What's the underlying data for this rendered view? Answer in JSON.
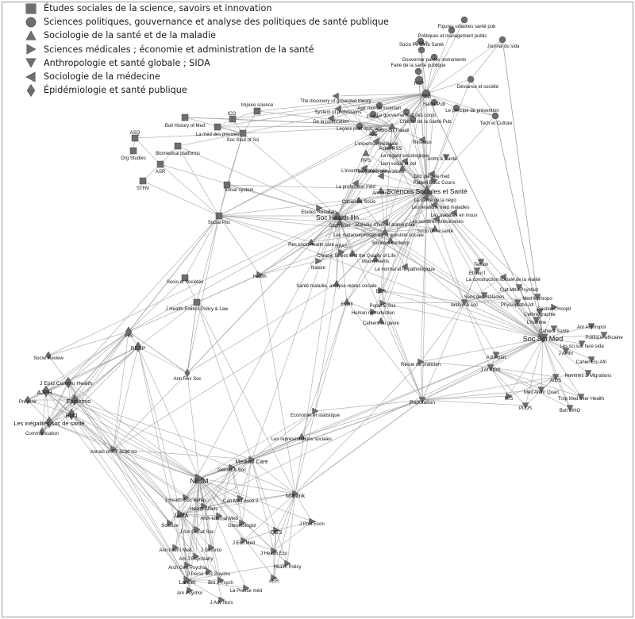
{
  "legend": [
    {
      "shape": "square",
      "label": "Études sociales de la science, savoirs et innovation"
    },
    {
      "shape": "circle",
      "label": "Sciences politiques, gouvernance et analyse des politiques de santé publique"
    },
    {
      "shape": "triangle-up",
      "label": "Sociologie de la santé et de la maladie"
    },
    {
      "shape": "triangle-right",
      "label": "Sciences médicales ; économie et administration de la santé"
    },
    {
      "shape": "triangle-down",
      "label": "Anthropologie et santé globale ; SIDA"
    },
    {
      "shape": "triangle-left",
      "label": "Sociologie de la médecine"
    },
    {
      "shape": "diamond",
      "label": "Épidémiologie et santé publique"
    }
  ],
  "colors": {
    "node": "#6e6e6e",
    "edge": "#9a9a9a",
    "label": "#111111"
  },
  "nodes": [
    {
      "id": "bull-hist-med",
      "label": "Bull History of Med",
      "shape": "square"
    },
    {
      "id": "med-preuves",
      "label": "La méd des preuves",
      "shape": "square"
    },
    {
      "id": "ico",
      "label": "ICO",
      "shape": "square"
    },
    {
      "id": "impure-science",
      "label": "Impure science",
      "shape": "square"
    },
    {
      "id": "soc-stud-sci",
      "label": "Soc Stud of Sci",
      "shape": "square"
    },
    {
      "id": "asq",
      "label": "ASQ",
      "shape": "square"
    },
    {
      "id": "org-studies",
      "label": "Org Studies",
      "shape": "square"
    },
    {
      "id": "biomedical-platforms",
      "label": "Biomedical platforms",
      "shape": "square"
    },
    {
      "id": "asr",
      "label": "ASR",
      "shape": "square"
    },
    {
      "id": "sthv",
      "label": "STHV",
      "shape": "square"
    },
    {
      "id": "social-system",
      "label": "Social system",
      "shape": "square"
    },
    {
      "id": "social-pbs",
      "label": "Social Pbs",
      "shape": "square"
    },
    {
      "id": "socio-societes",
      "label": "Socio et Sociétés",
      "shape": "square"
    },
    {
      "id": "j-health-politics",
      "label": "J Health Politics Policy & Law",
      "shape": "square"
    },
    {
      "id": "figures-urbaines",
      "label": "Figures urbaines santé pub",
      "shape": "circle"
    },
    {
      "id": "politiques-mgmt",
      "label": "Politiques et management public",
      "shape": "circle"
    },
    {
      "id": "rfap",
      "label": "RFAP",
      "shape": "circle"
    },
    {
      "id": "journal-sida",
      "label": "Journal du sida",
      "shape": "circle"
    },
    {
      "id": "socio-pol-sante",
      "label": "Socio Po de la Santé",
      "shape": "circle"
    },
    {
      "id": "gouverner-instruments",
      "label": "Gouverner par les instruments",
      "shape": "circle"
    },
    {
      "id": "faire-sante-publique",
      "label": "Faire de la santé publique",
      "shape": "circle"
    },
    {
      "id": "rsp",
      "label": "RSP",
      "shape": "circle"
    },
    {
      "id": "deviance-societe",
      "label": "Déviance et société",
      "shape": "circle"
    },
    {
      "id": "rfs",
      "label": "RFS",
      "shape": "circle"
    },
    {
      "id": "sante-pub",
      "label": "Santé Pub",
      "shape": "circle"
    },
    {
      "id": "principe-prevention",
      "label": "Le principe de prévention",
      "shape": "circle"
    },
    {
      "id": "gouvernement-corps",
      "label": "Le gouvernement des corps",
      "shape": "circle"
    },
    {
      "id": "critique-sante-pub",
      "label": "Critique de la Santé Pub",
      "shape": "circle"
    },
    {
      "id": "tech-culture",
      "label": "Tech et Culture",
      "shape": "circle"
    },
    {
      "id": "agir-incertain",
      "label": "Agir monde incertain",
      "shape": "circle"
    },
    {
      "id": "politix",
      "label": "Politix",
      "shape": "circle"
    },
    {
      "id": "lecons-polit-epid",
      "label": "Leçons polit epid sida",
      "shape": "circle"
    },
    {
      "id": "grounded-theory",
      "label": "The discovery of grounded theory",
      "shape": "triangle-left"
    },
    {
      "id": "system-professions",
      "label": "System of professions",
      "shape": "triangle-left"
    },
    {
      "id": "de-justification",
      "label": "De la justification",
      "shape": "triangle-left"
    },
    {
      "id": "socio-travail",
      "label": "Socio du Travail",
      "shape": "triangle-up"
    },
    {
      "id": "ajs",
      "label": "AJS",
      "shape": "triangle-up"
    },
    {
      "id": "expertise-medicale",
      "label": "L'expertise médicale",
      "shape": "triangle-left"
    },
    {
      "id": "actes-rss",
      "label": "Actes RSS",
      "shape": "triangle-up"
    },
    {
      "id": "reseaux",
      "label": "Réseaux",
      "shape": "triangle-left"
    },
    {
      "id": "regard-sociologique",
      "label": "Le regard sociologique",
      "shape": "triangle-left"
    },
    {
      "id": "anthr-sante",
      "label": "Anthr & Santé",
      "shape": "triangle-down"
    },
    {
      "id": "rps",
      "label": "RPS",
      "shape": "triangle-up"
    },
    {
      "id": "lien-social",
      "label": "Lien social et pol",
      "shape": "triangle-up"
    },
    {
      "id": "singuliers-generalises",
      "label": "Singuliers généralisés",
      "shape": "triangle-left"
    },
    {
      "id": "incertitude-medicale",
      "label": "L'incertitude médicale",
      "shape": "triangle-left"
    },
    {
      "id": "dict-pensee-med",
      "label": "Dict pensée med",
      "shape": "triangle-left"
    },
    {
      "id": "patient-educ",
      "label": "Patient Educ Couns",
      "shape": "triangle-right"
    },
    {
      "id": "profession-med",
      "label": "La profession méd",
      "shape": "triangle-left"
    },
    {
      "id": "annales",
      "label": "Annales",
      "shape": "triangle-up"
    },
    {
      "id": "sciences-sociales-sante",
      "label": "Sciences Sociales et Santé",
      "shape": "triangle-up"
    },
    {
      "id": "trame-nego",
      "label": "La trame de la négo",
      "shape": "triangle-left"
    },
    {
      "id": "cahier-int-socio",
      "label": "Cahier Int Socio",
      "shape": "triangle-up"
    },
    {
      "id": "relations-med-malades",
      "label": "Les relations med maladies",
      "shape": "triangle-left"
    },
    {
      "id": "etudes-resultats",
      "label": "Etudes Résultats",
      "shape": "triangle-right"
    },
    {
      "id": "soc-health-illn",
      "label": "Soc Health Illn",
      "shape": "triangle-up"
    },
    {
      "id": "malades-mouv",
      "label": "Les malades en mouv",
      "shape": "triangle-left"
    },
    {
      "id": "sombres-precurseurs",
      "label": "Les sombres précurseurs",
      "shape": "triangle-left"
    },
    {
      "id": "stigmates",
      "label": "Stigmates",
      "shape": "triangle-up"
    },
    {
      "id": "malades-aujourdhui",
      "label": "Maladie d'hier et aujourd'hui",
      "shape": "triangle-left"
    },
    {
      "id": "socio-sante",
      "label": "Socio de la santé",
      "shape": "triangle-up"
    },
    {
      "id": "res-socio-health",
      "label": "Res socio health care",
      "shape": "triangle-up"
    },
    {
      "id": "metamorphoses",
      "label": "Les métamorphoses de la question sociale",
      "shape": "triangle-up"
    },
    {
      "id": "rfas",
      "label": "RFAS",
      "shape": "triangle-right"
    },
    {
      "id": "societes-contemp",
      "label": "Sociétés contemp",
      "shape": "triangle-up"
    },
    {
      "id": "chronic-illness",
      "label": "Chronic Illness and the Quality of Life",
      "shape": "triangle-up"
    },
    {
      "id": "nature",
      "label": "Nature",
      "shape": "triangle-right"
    },
    {
      "id": "mouvements",
      "label": "Mouvements",
      "shape": "triangle-up"
    },
    {
      "id": "normal-pathologique",
      "label": "Le normal et le pathologique",
      "shape": "triangle-left"
    },
    {
      "id": "terrain",
      "label": "Terrain",
      "shape": "triangle-down"
    },
    {
      "id": "construction-sociale",
      "label": "La construction sociale de la réalité",
      "shape": "triangle-left"
    },
    {
      "id": "ethnologie",
      "label": "Ethnol f",
      "shape": "triangle-down"
    },
    {
      "id": "health",
      "label": "Health",
      "shape": "triangle-right"
    },
    {
      "id": "sante-maladie",
      "label": "Santé maladie, analyse repres sociale",
      "shape": "triangle-up"
    },
    {
      "id": "ber",
      "label": "BER",
      "shape": "triangle-right"
    },
    {
      "id": "esprit",
      "label": "Esprit",
      "shape": "triangle-up"
    },
    {
      "id": "popul-soc",
      "label": "Popul & Soc",
      "shape": "triangle-right"
    },
    {
      "id": "human-reproduction",
      "label": "Human reproduction",
      "shape": "triangle-right"
    },
    {
      "id": "cahiers-genre",
      "label": "Cahiers du genre",
      "shape": "triangle-up"
    },
    {
      "id": "sens-maladies",
      "label": "Sens des maladies",
      "shape": "triangle-down"
    },
    {
      "id": "cult-med-psychiat",
      "label": "Cult Med Psychiat",
      "shape": "triangle-down"
    },
    {
      "id": "med-anthropo",
      "label": "Med Anthropo",
      "shape": "triangle-down"
    },
    {
      "id": "anthro-soc",
      "label": "Anthro & soc",
      "shape": "triangle-down"
    },
    {
      "id": "physiopatho-afr",
      "label": "Physiopatho Afr",
      "shape": "triangle-down"
    },
    {
      "id": "gestions-hospit",
      "label": "Gestions Hospit",
      "shape": "triangle-right"
    },
    {
      "id": "ethnographie",
      "label": "L'ethnographie",
      "shape": "triangle-down"
    },
    {
      "id": "am-anthropol",
      "label": "Am Anthropol",
      "shape": "triangle-down"
    },
    {
      "id": "lhomme",
      "label": "L'homme",
      "shape": "triangle-down"
    },
    {
      "id": "cahiers-sante",
      "label": "Cahiers Santé",
      "shape": "triangle-down"
    },
    {
      "id": "politique-africaine",
      "label": "Politique africaine",
      "shape": "triangle-down"
    },
    {
      "id": "soc-sci-med",
      "label": "Soc Sci Med",
      "shape": "triangle-down"
    },
    {
      "id": "sci-soc-face-sida",
      "label": "Les sci soc face sida",
      "shape": "triangle-down"
    },
    {
      "id": "j-anthr",
      "label": "J Anthr",
      "shape": "triangle-down"
    },
    {
      "id": "cahier-etu-afri",
      "label": "Cahier Etu Afri",
      "shape": "triangle-down"
    },
    {
      "id": "autrepart",
      "label": "Autrepart",
      "shape": "triangle-down"
    },
    {
      "id": "j-of-aids",
      "label": "J of AIDS",
      "shape": "triangle-down"
    },
    {
      "id": "aids",
      "label": "AIDS",
      "shape": "triangle-down"
    },
    {
      "id": "hommes-migrations",
      "label": "Hommes & Migrations",
      "shape": "triangle-down"
    },
    {
      "id": "revue-praticien",
      "label": "Revue du praticien",
      "shape": "triangle-right"
    },
    {
      "id": "med-anthr-quart",
      "label": "Med Anthr Quart",
      "shape": "triangle-down"
    },
    {
      "id": "trop-med-inter-health",
      "label": "Trop Med Inter Health",
      "shape": "triangle-down"
    },
    {
      "id": "ms",
      "label": "M/S",
      "shape": "triangle-right"
    },
    {
      "id": "plos",
      "label": "PLOS",
      "shape": "triangle-down"
    },
    {
      "id": "bull-who",
      "label": "Bull WHO",
      "shape": "triangle-down"
    },
    {
      "id": "population",
      "label": "Population",
      "shape": "triangle-down"
    },
    {
      "id": "economie-statistique",
      "label": "Economie et statistique",
      "shape": "triangle-right"
    },
    {
      "id": "representations-sociales",
      "label": "Les représentations sociales",
      "shape": "triangle-up"
    },
    {
      "id": "ann-rev-soc",
      "label": "Ann Rev Soc",
      "shape": "diamond"
    },
    {
      "id": "ihs",
      "label": "IHS",
      "shape": "diamond"
    },
    {
      "id": "resp",
      "label": "RESP",
      "shape": "diamond"
    },
    {
      "id": "sociol-review",
      "label": "Sociol Review",
      "shape": "diamond"
    },
    {
      "id": "j-epid-commu-health",
      "label": "J Epid Commu Health",
      "shape": "diamond"
    },
    {
      "id": "ajph",
      "label": "AJPH",
      "shape": "diamond"
    },
    {
      "id": "prevenir",
      "label": "Prévenir",
      "shape": "diamond"
    },
    {
      "id": "epidemio",
      "label": "Epidemio",
      "shape": "diamond"
    },
    {
      "id": "inegalites-sociales",
      "label": "Les inégalités soc de santé",
      "shape": "diamond"
    },
    {
      "id": "bmj",
      "label": "BMJ",
      "shape": "diamond"
    },
    {
      "id": "communication",
      "label": "Communication",
      "shape": "diamond"
    },
    {
      "id": "annals-ny-acad",
      "label": "Annals of NY acad sci",
      "shape": "triangle-right"
    },
    {
      "id": "medical-care",
      "label": "Medical Care",
      "shape": "triangle-right"
    },
    {
      "id": "geront-soc",
      "label": "Géront & Soc",
      "shape": "triangle-right"
    },
    {
      "id": "nejm",
      "label": "NEJM",
      "shape": "triangle-right"
    },
    {
      "id": "j-health-soc-behav",
      "label": "J Health Soc Behav",
      "shape": "triangle-right"
    },
    {
      "id": "can-med-asso",
      "label": "Can Med Asso J",
      "shape": "triangle-right"
    },
    {
      "id": "health-affairs",
      "label": "Health Affairs",
      "shape": "triangle-right"
    },
    {
      "id": "milbank",
      "label": "Milbank",
      "shape": "triangle-right"
    },
    {
      "id": "jama",
      "label": "JAMA",
      "shape": "triangle-right"
    },
    {
      "id": "arch-internal-med",
      "label": "Arch Internal Med",
      "shape": "triangle-right"
    },
    {
      "id": "science",
      "label": "Science",
      "shape": "triangle-right"
    },
    {
      "id": "gerontologist",
      "label": "Gerontologist",
      "shape": "triangle-right"
    },
    {
      "id": "j-am-geriat-soc",
      "label": "J Am Geriat Soc",
      "shape": "triangle-right"
    },
    {
      "id": "qes",
      "label": "QES",
      "shape": "triangle-right"
    },
    {
      "id": "j-polit-econ",
      "label": "J Polit Econ",
      "shape": "triangle-right"
    },
    {
      "id": "ann-intern-med",
      "label": "Ann Intern Med",
      "shape": "triangle-right"
    },
    {
      "id": "j-geronto",
      "label": "J Géronto",
      "shape": "triangle-right"
    },
    {
      "id": "j-eco-med",
      "label": "J Eco Méd",
      "shape": "triangle-right"
    },
    {
      "id": "am-j-psychiatry",
      "label": "Am J Psychiatry",
      "shape": "triangle-right"
    },
    {
      "id": "j-health-eco",
      "label": "J Health Eco",
      "shape": "triangle-right"
    },
    {
      "id": "arch-gen-psychia",
      "label": "Arch Gen Psychia",
      "shape": "triangle-right"
    },
    {
      "id": "health-policy",
      "label": "Health Policy",
      "shape": "triangle-right"
    },
    {
      "id": "j-perso-soc-psycho",
      "label": "J Perso Soc Psycho",
      "shape": "triangle-right"
    },
    {
      "id": "lancet",
      "label": "Lancet",
      "shape": "triangle-right"
    },
    {
      "id": "aer",
      "label": "AER",
      "shape": "triangle-right"
    },
    {
      "id": "brit-j-psych",
      "label": "Brit J Psych",
      "shape": "triangle-right"
    },
    {
      "id": "am-psychol",
      "label": "Am Psychol",
      "shape": "triangle-right"
    },
    {
      "id": "presse-med",
      "label": "La Presse méd",
      "shape": "triangle-right"
    },
    {
      "id": "j-adv-nurs",
      "label": "J Adv Nurs",
      "shape": "triangle-right"
    }
  ]
}
